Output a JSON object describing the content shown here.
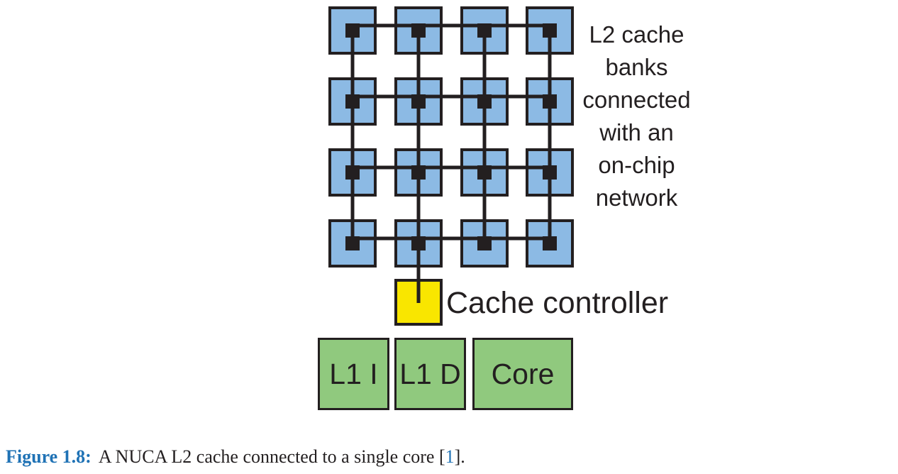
{
  "figure": {
    "l2_label_lines": [
      "L2 cache",
      "banks",
      "connected",
      "with an",
      "on-chip",
      "network"
    ],
    "cache_controller_label": "Cache controller",
    "blocks": [
      {
        "label": "L1 I"
      },
      {
        "label": "L1 D"
      },
      {
        "label": "Core"
      }
    ],
    "grid": {
      "rows": 4,
      "cols": 4
    }
  },
  "caption": {
    "label": "Figure 1.8:",
    "body": "A NUCA L2 cache connected to a single core",
    "ref_open": "[",
    "ref": "1",
    "ref_close": "]."
  },
  "colors": {
    "bank_fill": "#8CBAE4",
    "outline": "#231F20",
    "controller_fill": "#F9E600",
    "core_fill": "#90C97E",
    "label_text": "#231F20",
    "caption_accent": "#1F72B5"
  }
}
